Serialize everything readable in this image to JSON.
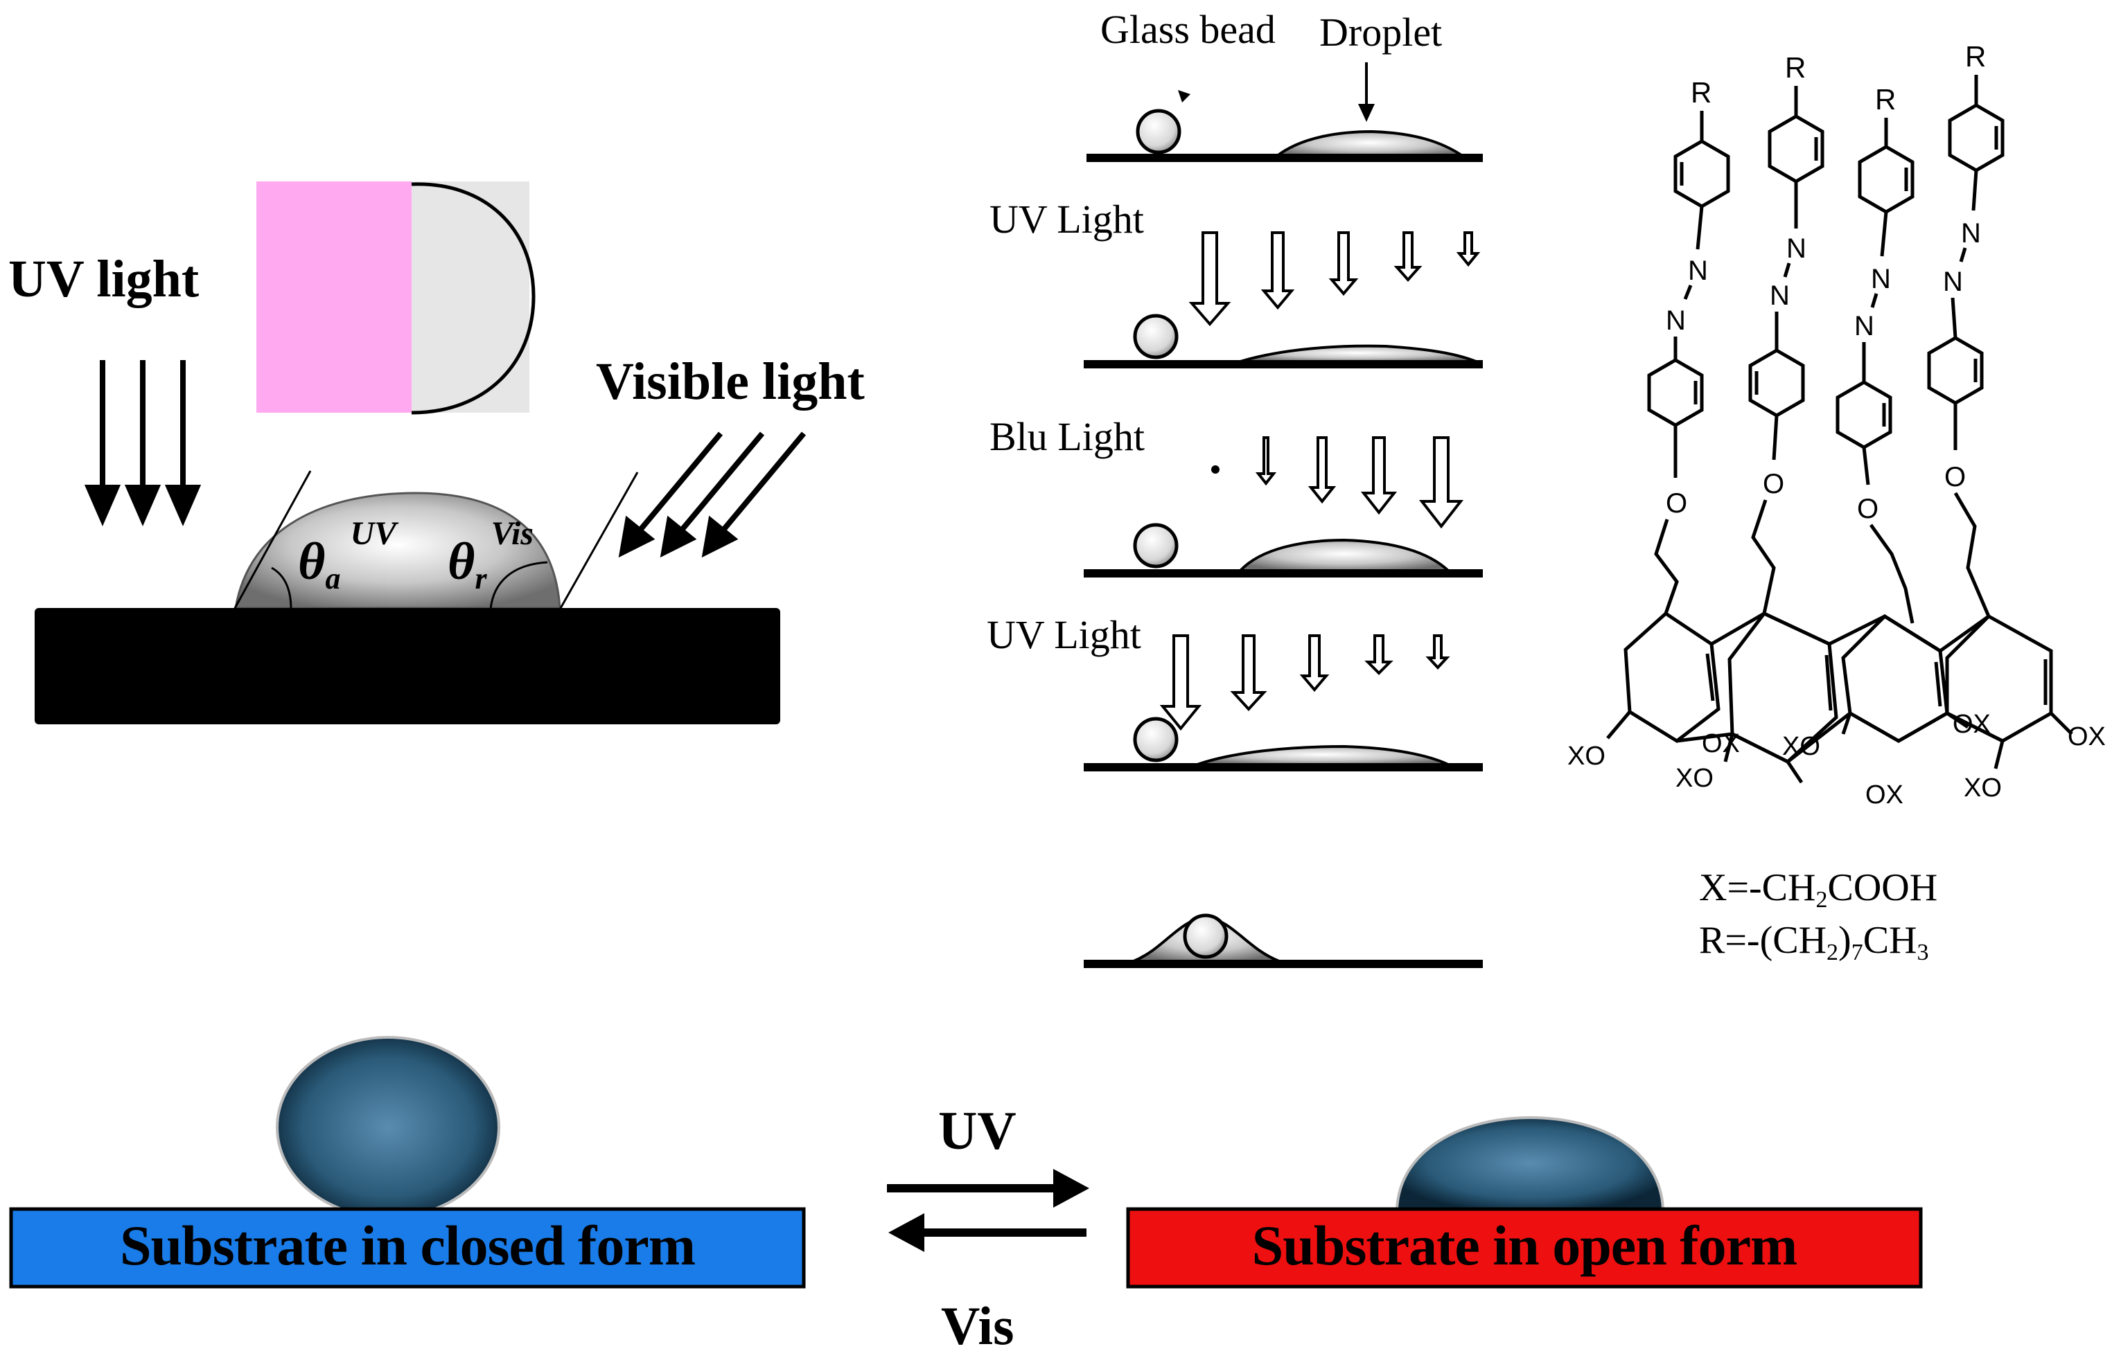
{
  "left_panel": {
    "uv_label": "UV light",
    "visible_label": "Visible light",
    "theta_a_symbol": "θ",
    "theta_a_sub": "a",
    "theta_a_sup": "UV",
    "theta_r_symbol": "θ",
    "theta_r_sub": "r",
    "theta_r_sup": "Vis"
  },
  "middle_panel": {
    "glass_bead_label": "Glass bead",
    "droplet_label": "Droplet",
    "steps": [
      {
        "label": "UV Light"
      },
      {
        "label": "Blu Light"
      },
      {
        "label": "UV Light"
      }
    ]
  },
  "right_panel": {
    "substituent_R": "R",
    "azo_N": "N",
    "ether_O": "O",
    "ox_label": "OX",
    "xo_label": "XO",
    "formula_x": "X=-CH",
    "formula_x_sub": "2",
    "formula_x_tail": "COOH",
    "formula_r": "R=-(CH",
    "formula_r_sub": "2",
    "formula_r_mid": ")",
    "formula_r_sub2": "7",
    "formula_r_tail": "CH",
    "formula_r_sub3": "3"
  },
  "bottom_panel": {
    "closed_text": "Substrate in closed form",
    "open_text": "Substrate in open form",
    "forward_label": "UV",
    "reverse_label": "Vis",
    "colors": {
      "closed_substrate": "#1a7ce8",
      "open_substrate": "#ee1010",
      "drop": "#2a5a78"
    }
  }
}
